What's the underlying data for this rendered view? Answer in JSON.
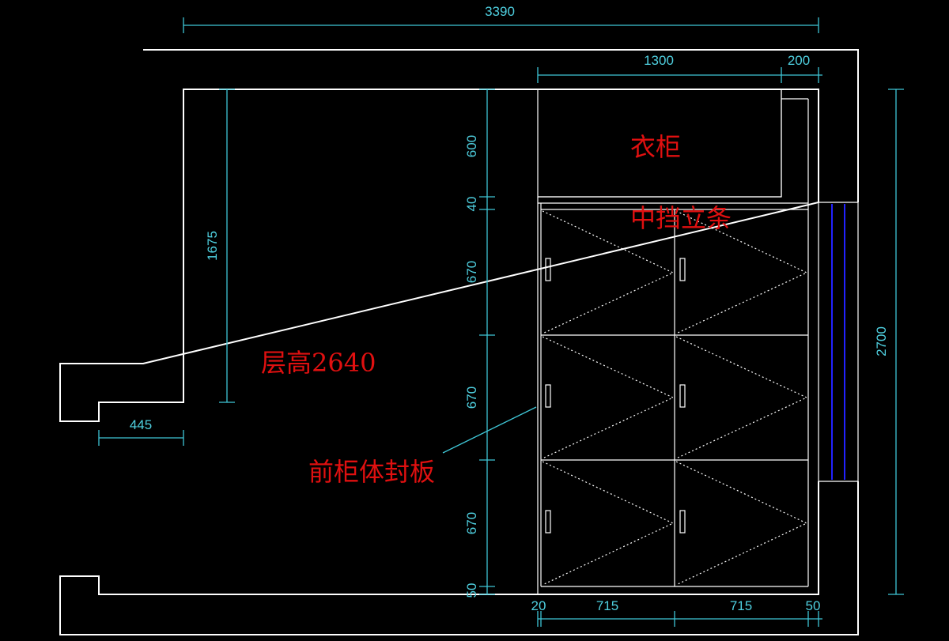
{
  "drawing": {
    "dimensions": {
      "total_width": "3390",
      "wardrobe_width": "1300",
      "side_width": "200",
      "height_600": "600",
      "height_40": "40",
      "height_670_a": "670",
      "height_670_b": "670",
      "height_670_c": "670",
      "height_50": "50",
      "left_1675": "1675",
      "offset_445": "445",
      "right_2700": "2700",
      "bottom_20": "20",
      "bottom_715_a": "715",
      "bottom_715_b": "715",
      "bottom_50": "50"
    },
    "labels": {
      "wardrobe": "衣柜",
      "middle_strip": "中挡立条",
      "floor_height": "层高2640",
      "front_panel": "前柜体封板"
    },
    "colors": {
      "background": "#000000",
      "walls": "#ffffff",
      "dimensions": "#3fc6d6",
      "labels": "#e01010",
      "window": "#2222ff"
    }
  }
}
